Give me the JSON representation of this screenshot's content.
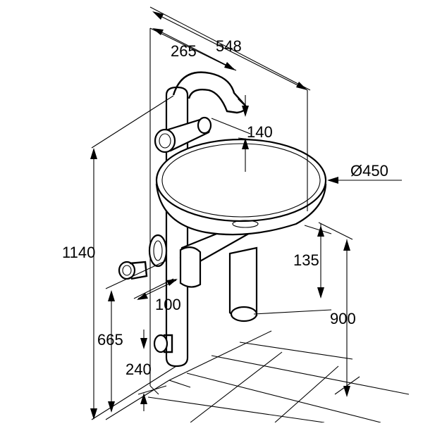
{
  "dimensions": {
    "overall_depth": "548",
    "tap_offset": "265",
    "tap_height": "140",
    "bowl_diameter": "Ø450",
    "bowl_depth": "135",
    "rim_height": "900",
    "total_height": "1140",
    "valve_offset": "100",
    "valve_height": "665",
    "base_offset": "240"
  }
}
